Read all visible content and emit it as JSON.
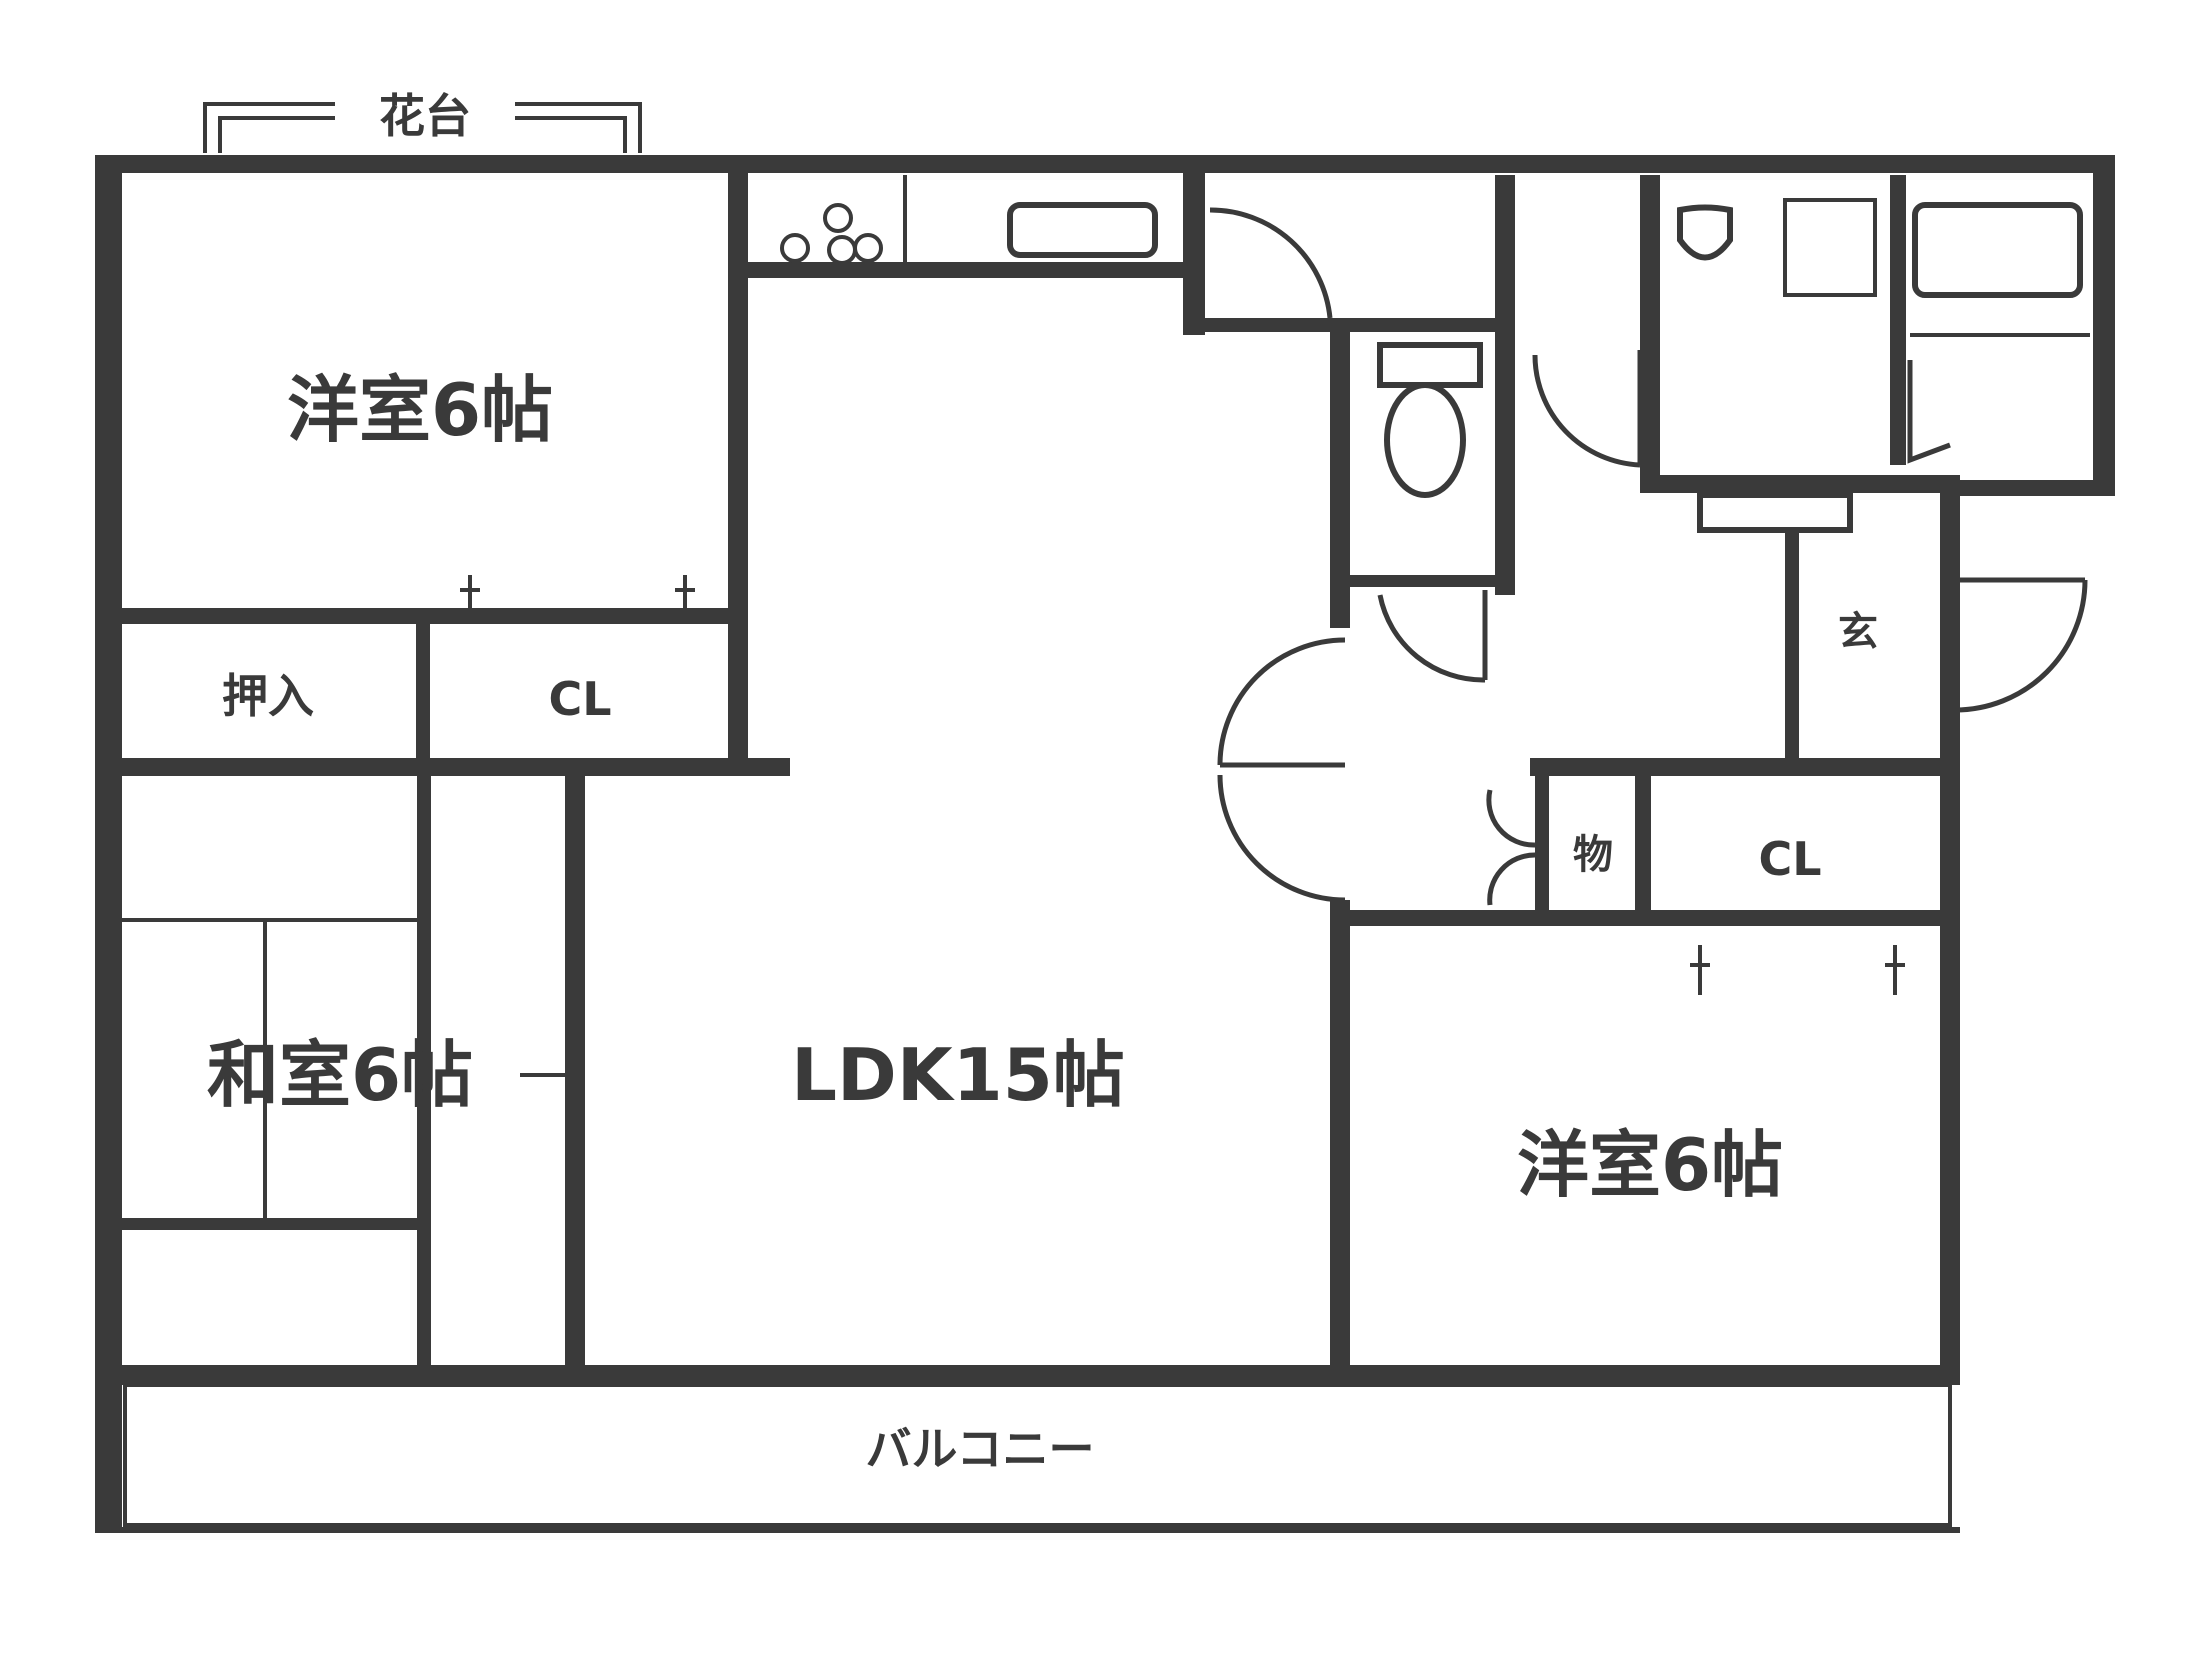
{
  "labels": {
    "flower_stand": "花台",
    "western_room_top": "洋室6帖",
    "oshiire": "押入",
    "closet_left": "CL",
    "japanese_room": "和室6帖",
    "ldk": "LDK15帖",
    "western_room_right": "洋室6帖",
    "entrance": "玄",
    "storage": "物",
    "closet_right": "CL",
    "balcony": "バルコニー"
  },
  "colors": {
    "wall": "#3a3a3a",
    "background": "#ffffff"
  }
}
